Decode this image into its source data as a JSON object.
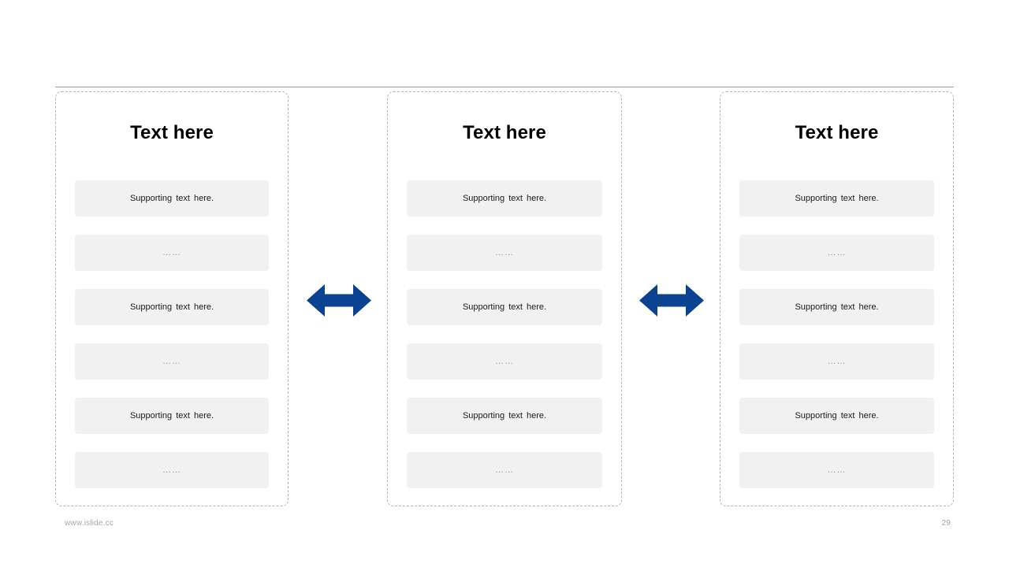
{
  "slide": {
    "background_color": "#ffffff",
    "divider_color": "#9a9a9a",
    "panel_border_color": "#b4b4b4",
    "row_fill_color": "#f1f1f1",
    "arrow_color": "#0b4292",
    "columns": [
      {
        "title": "Text here",
        "rows": [
          {
            "text": "Supporting text here.",
            "kind": "text"
          },
          {
            "text": "……",
            "kind": "ellipsis"
          },
          {
            "text": "Supporting text here.",
            "kind": "text"
          },
          {
            "text": "……",
            "kind": "ellipsis"
          },
          {
            "text": "Supporting text here.",
            "kind": "text"
          },
          {
            "text": "……",
            "kind": "ellipsis"
          }
        ]
      },
      {
        "title": "Text here",
        "rows": [
          {
            "text": "Supporting text here.",
            "kind": "text"
          },
          {
            "text": "……",
            "kind": "ellipsis"
          },
          {
            "text": "Supporting text here.",
            "kind": "text"
          },
          {
            "text": "……",
            "kind": "ellipsis"
          },
          {
            "text": "Supporting text here.",
            "kind": "text"
          },
          {
            "text": "……",
            "kind": "ellipsis"
          }
        ]
      },
      {
        "title": "Text here",
        "rows": [
          {
            "text": "Supporting text here.",
            "kind": "text"
          },
          {
            "text": "……",
            "kind": "ellipsis"
          },
          {
            "text": "Supporting text here.",
            "kind": "text"
          },
          {
            "text": "……",
            "kind": "ellipsis"
          },
          {
            "text": "Supporting text here.",
            "kind": "text"
          },
          {
            "text": "……",
            "kind": "ellipsis"
          }
        ]
      }
    ],
    "connectors": [
      {
        "icon": "double-arrow-horizontal-icon"
      },
      {
        "icon": "double-arrow-horizontal-icon"
      }
    ],
    "footer": {
      "site": "www.islide.cc",
      "page_number": "29"
    }
  }
}
